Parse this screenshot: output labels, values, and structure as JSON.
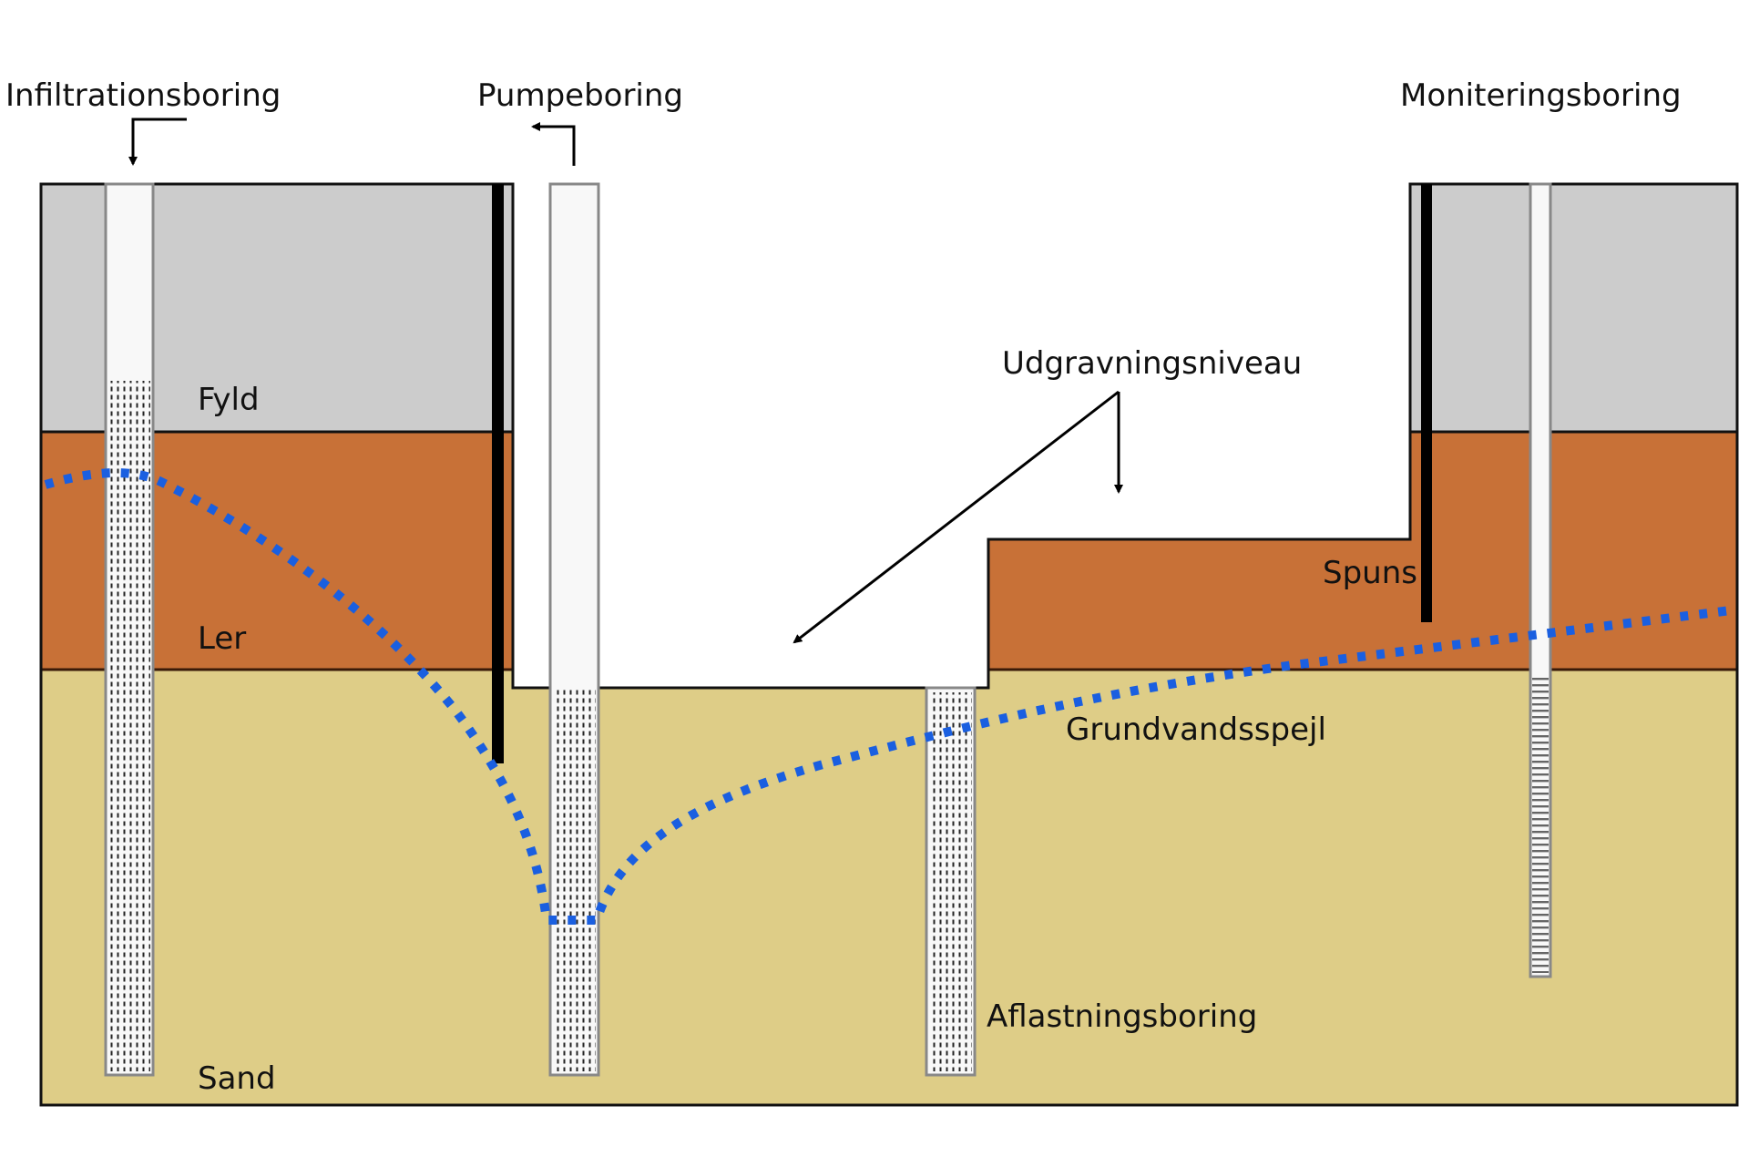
{
  "diagram": {
    "title_labels": {
      "infiltration_well": "Infiltrationsboring",
      "pump_well": "Pumpeboring",
      "monitoring_well": "Moniteringsboring",
      "excavation_level": "Udgravningsniveau",
      "sheet_pile": "Spuns",
      "groundwater_table": "Grundvandsspejl",
      "relief_well": "Aflastningsboring"
    },
    "layers": [
      {
        "name": "Fyld",
        "color": "#cccccc"
      },
      {
        "name": "Ler",
        "color": "#c87137"
      },
      {
        "name": "Sand",
        "color": "#decd87"
      }
    ],
    "colors": {
      "groundwater_line": "#1a5fe0",
      "outline": "#111111",
      "tube_fill": "#f8f8f8",
      "tube_border": "#888888",
      "sheet_pile": "#000000"
    }
  }
}
